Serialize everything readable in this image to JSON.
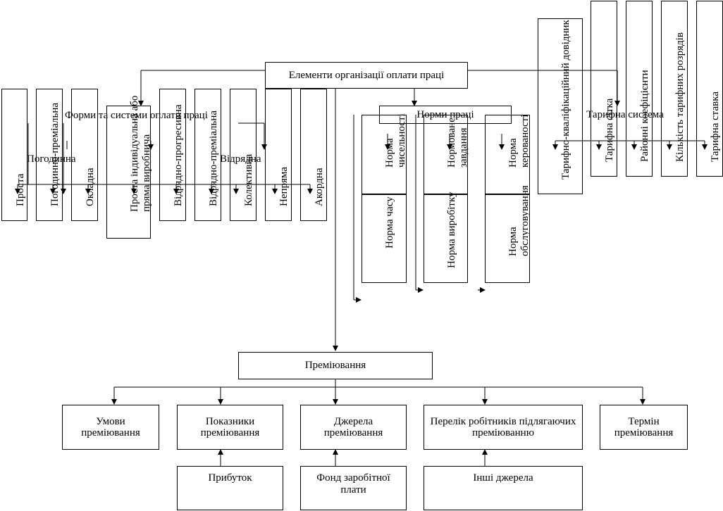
{
  "top": {
    "title": "Елементи організації оплати праці"
  },
  "pay_forms": {
    "header_text": "Форми та системи оплати праці",
    "time_based_text": "Погодинна",
    "piece_based_text": "Відрядна",
    "items": [
      "Проста",
      "Погодинно-преміальна",
      "Окладна",
      "Проста індивідуальна або пряма виробнича",
      "Відрядно-прогресивна",
      "Відрядно-преміальна",
      "Колективна",
      "Непряма",
      "Акордна"
    ]
  },
  "labor_norms": {
    "header": "Норми праці",
    "items": [
      "Норма чисельності",
      "Норма часу",
      "Нормоване завдання",
      "Норма виробітку",
      "Норма керованості",
      "Норма обслуговування"
    ]
  },
  "tariff": {
    "header": "Тарифна система",
    "items": [
      "Тарифно-кваліфікаційний довідник",
      "Тарифна сітка",
      "Районні коефіцієнти",
      "Кількість тарифних розрядів",
      "Тарифна ставка"
    ]
  },
  "bonus": {
    "title": "Преміювання",
    "items": [
      "Умови преміювання",
      "Показники преміювання",
      "Джерела преміювання",
      "Перелік робітників підлягаючих преміюванню",
      "Термін преміювання"
    ],
    "sources": [
      "Прибуток",
      "Фонд заробітної плати",
      "Інші джерела"
    ]
  }
}
